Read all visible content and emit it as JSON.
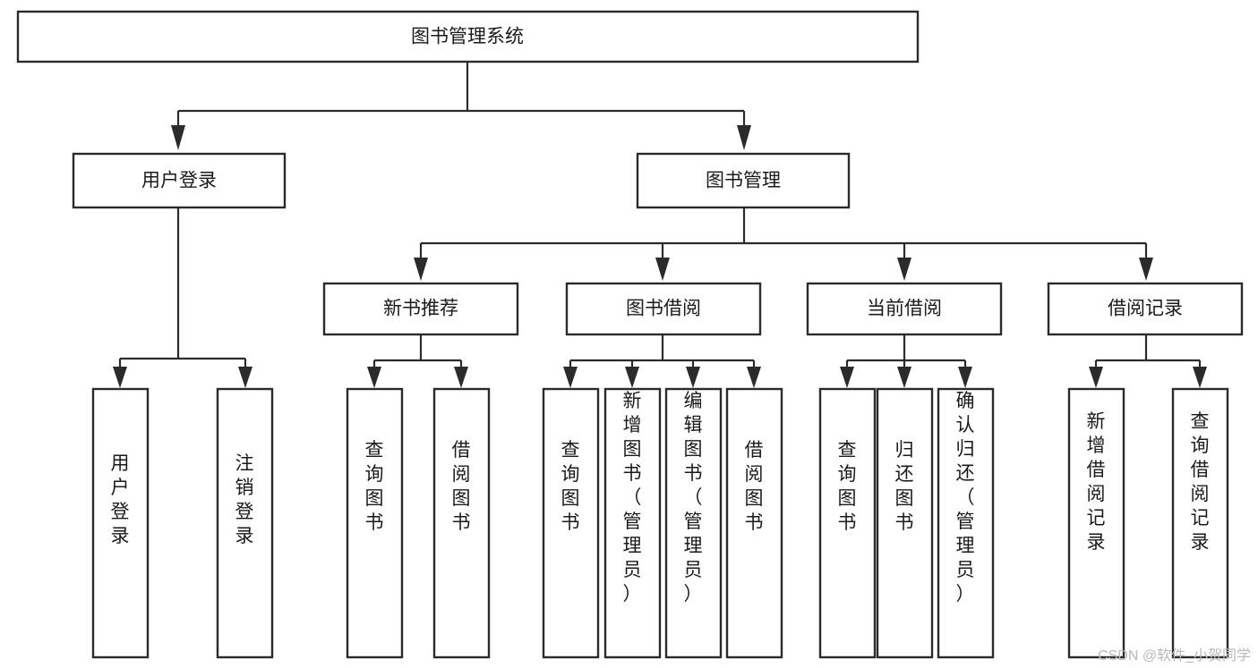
{
  "diagram": {
    "type": "tree-hierarchy",
    "title": "图书管理系统",
    "orientation": "top-down",
    "colors": {
      "box_stroke": "#2b2b2b",
      "box_fill": "#ffffff",
      "connector": "#2b2b2b",
      "text": "#1a1a1a",
      "background": "#ffffff",
      "watermark": "#b9b9b9"
    },
    "root": {
      "label": "图书管理系统"
    },
    "level2": [
      {
        "label": "用户登录"
      },
      {
        "label": "图书管理"
      }
    ],
    "level3": [
      {
        "label": "新书推荐"
      },
      {
        "label": "图书借阅"
      },
      {
        "label": "当前借阅"
      },
      {
        "label": "借阅记录"
      }
    ],
    "leaves": {
      "user_login": [
        {
          "label": "用户登录"
        },
        {
          "label": "注销登录"
        }
      ],
      "new_book_recommend": [
        {
          "label": "查询图书"
        },
        {
          "label": "借阅图书"
        }
      ],
      "book_borrow": [
        {
          "label": "查询图书"
        },
        {
          "label": "新增图书（管理员）"
        },
        {
          "label": "编辑图书（管理员）"
        },
        {
          "label": "借阅图书"
        }
      ],
      "current_borrow": [
        {
          "label": "查询图书"
        },
        {
          "label": "归还图书"
        },
        {
          "label": "确认归还（管理员）"
        }
      ],
      "borrow_record": [
        {
          "label": "新增借阅记录"
        },
        {
          "label": "查询借阅记录"
        }
      ]
    },
    "watermark": "CSDN @软件_小贺同学"
  }
}
